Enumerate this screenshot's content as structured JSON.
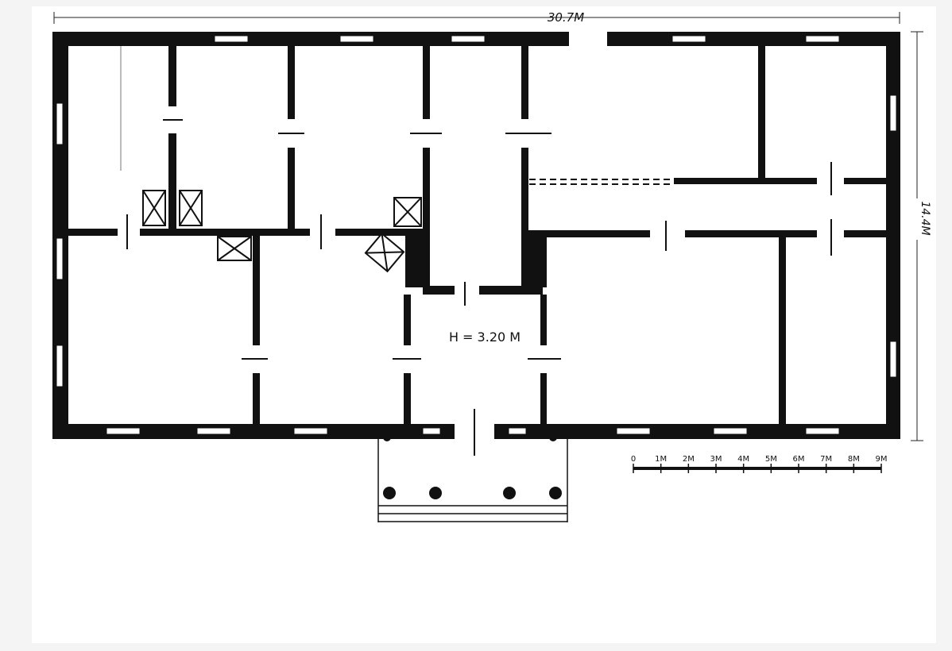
{
  "plan": {
    "width_label": "30.7M",
    "depth_label": "14.4M",
    "height_label": "H = 3.20 M"
  },
  "scale_bar": {
    "ticks": [
      "0",
      "1M",
      "2M",
      "3M",
      "4M",
      "5M",
      "6M",
      "7M",
      "8M",
      "9M"
    ]
  },
  "colors": {
    "paper": "#ffffff",
    "ink": "#111111"
  }
}
